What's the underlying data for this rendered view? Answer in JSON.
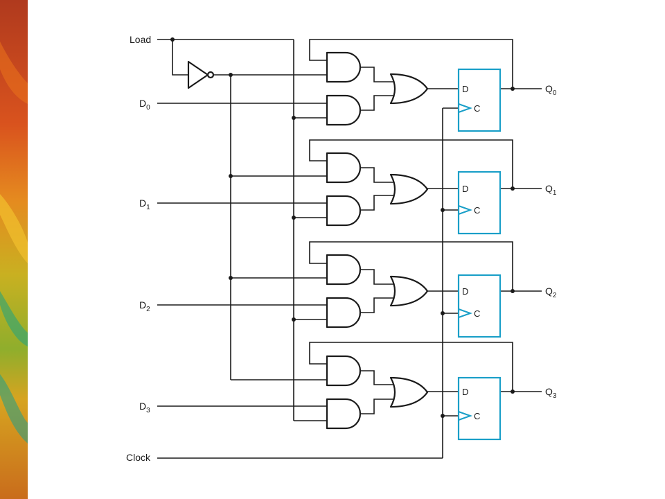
{
  "colors": {
    "wire": "#1a1a1a",
    "flipflop": "#1a9fc8",
    "background": "#ffffff",
    "side_art": [
      "#c0392b",
      "#e67e22",
      "#d4ac0d",
      "#27ae60",
      "#16a085"
    ]
  },
  "inputs": {
    "load": "Load",
    "clock": "Clock",
    "data": [
      {
        "base": "D",
        "sub": "0"
      },
      {
        "base": "D",
        "sub": "1"
      },
      {
        "base": "D",
        "sub": "2"
      },
      {
        "base": "D",
        "sub": "3"
      }
    ]
  },
  "outputs": [
    {
      "base": "Q",
      "sub": "0"
    },
    {
      "base": "Q",
      "sub": "1"
    },
    {
      "base": "Q",
      "sub": "2"
    },
    {
      "base": "Q",
      "sub": "3"
    }
  ],
  "flipflop": {
    "d_pin": "D",
    "clock_pin": "C"
  },
  "components": {
    "inverter": "not-gate",
    "and_gates": 8,
    "or_gates": 4,
    "d_flipflops": 4
  }
}
